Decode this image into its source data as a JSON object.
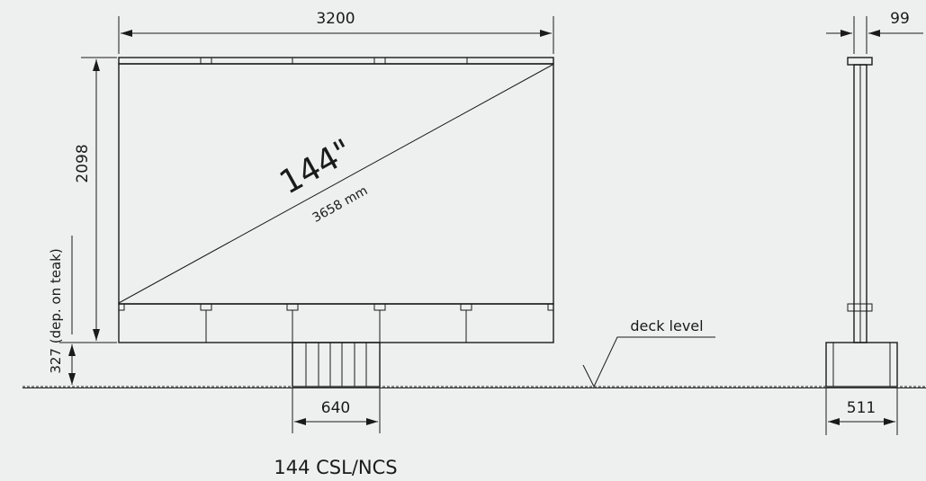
{
  "dimensions": {
    "width": "3200",
    "height": "2098",
    "diagonal_in": "144\"",
    "diagonal_mm": "3658 mm",
    "base_height": "327 (dep. on teak)",
    "foot_width": "640",
    "side_depth": "99",
    "side_base": "511"
  },
  "labels": {
    "deck_level": "deck level",
    "model": "144 CSL/NCS"
  },
  "colors": {
    "background": "#eef0ef",
    "line": "#1a1a1a"
  }
}
